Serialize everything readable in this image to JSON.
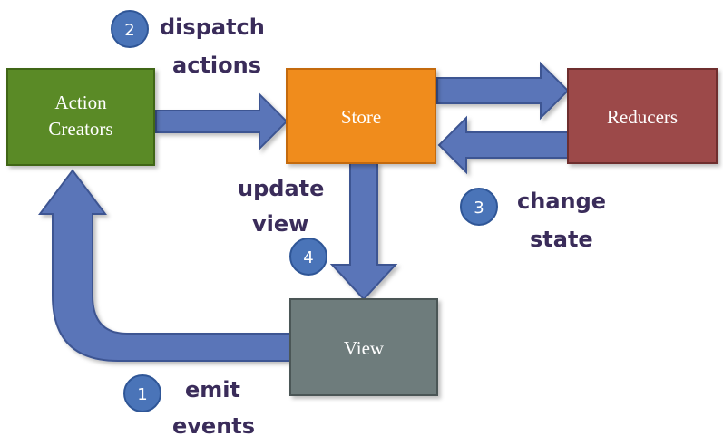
{
  "nodes": {
    "action_creators": {
      "line1": "Action",
      "line2": "Creators",
      "color": "#5a8a26"
    },
    "store": {
      "label": "Store",
      "color": "#f08c1e"
    },
    "reducers": {
      "label": "Reducers",
      "color": "#9c4a48"
    },
    "view": {
      "label": "View",
      "color": "#6e7b7b"
    }
  },
  "steps": [
    {
      "number": "1",
      "line1": "emit",
      "line2": "events"
    },
    {
      "number": "2",
      "line1": "dispatch",
      "line2": "actions"
    },
    {
      "number": "3",
      "line1": "change",
      "line2": "state"
    },
    {
      "number": "4",
      "line1": "update",
      "line2": "view"
    }
  ],
  "colors": {
    "arrow_fill": "#5a74b8",
    "arrow_stroke": "#3e5592",
    "badge_fill": "#4a74b8",
    "caption_text": "#3a2c5a"
  }
}
